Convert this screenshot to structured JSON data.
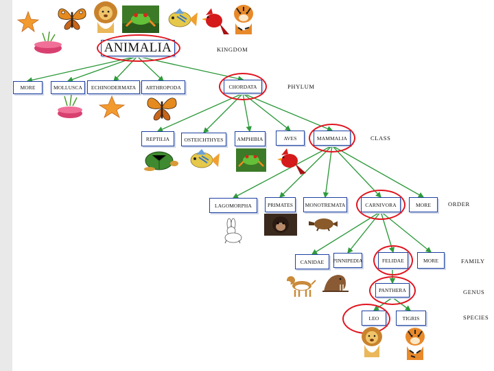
{
  "ranks": {
    "kingdom": "KINGDOM",
    "phylum": "PHYLUM",
    "class": "CLASS",
    "order": "ORDER",
    "family": "FAMILY",
    "genus": "GENUS",
    "species": "SPECIES"
  },
  "taxa": {
    "animalia": "ANIMALIA",
    "phylum": [
      "MORE",
      "MOLLUSCA",
      "ECHINODERMATA",
      "ARTHROPODA",
      "CHORDATA"
    ],
    "class": [
      "REPTILIA",
      "OSTEICHTHYES",
      "AMPHIBIA",
      "AVES",
      "MAMMALIA"
    ],
    "order": [
      "LAGOMORPHA",
      "PRIMATES",
      "MONOTREMATA",
      "CARNIVORA",
      "MORE"
    ],
    "family": [
      "CANIDAE",
      "PINNIPEDIA",
      "FELIDAE",
      "MORE"
    ],
    "genus": [
      "PANTHERA"
    ],
    "species": [
      "LEO",
      "TIGRIS"
    ]
  },
  "highlighted_path": [
    "ANIMALIA",
    "CHORDATA",
    "MAMMALIA",
    "CARNIVORA",
    "FELIDAE",
    "PANTHERA",
    "LEO"
  ],
  "colors": {
    "connector": "#2f9a3c",
    "box_border": "#1a3fa0",
    "highlight": "#e0141e"
  },
  "pictures": [
    "starfish-icon",
    "butterfly-icon",
    "lion-icon",
    "frog-icon",
    "fish-icon",
    "cardinal-icon",
    "tiger-icon",
    "sea-anemone-icon",
    "rabbit-icon",
    "chimpanzee-icon",
    "platypus-icon",
    "turtle-icon",
    "dog-icon",
    "walrus-icon"
  ]
}
